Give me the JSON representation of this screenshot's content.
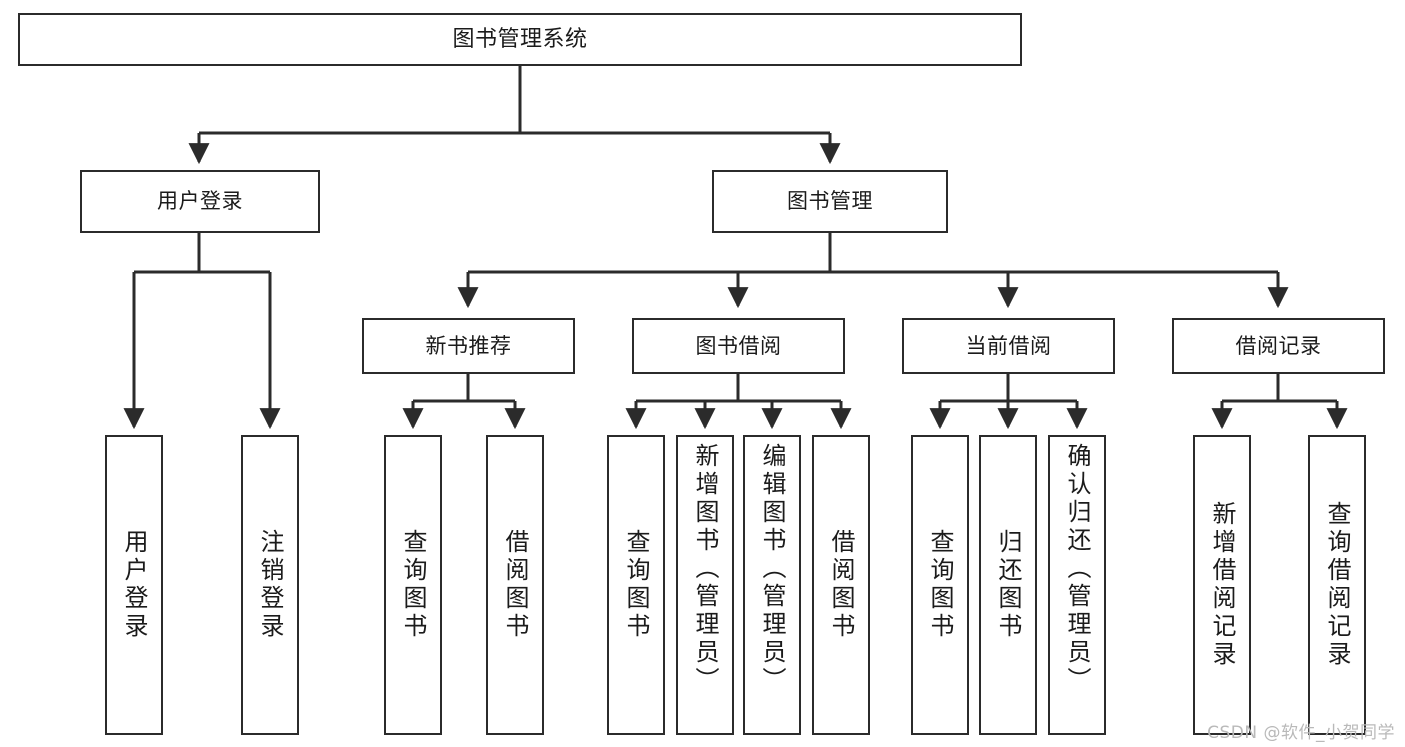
{
  "diagram": {
    "title": "图书管理系统",
    "type": "tree",
    "colors": {
      "background": "#ffffff",
      "box_fill": "#ffffff",
      "box_stroke": "#2b2b2b",
      "connector": "#2b2b2b",
      "text": "#1b1b1b",
      "watermark": "#b9b9b9"
    },
    "root": {
      "label": "图书管理系统"
    },
    "level2": [
      {
        "label": "用户登录"
      },
      {
        "label": "图书管理"
      }
    ],
    "level3": [
      {
        "label": "新书推荐"
      },
      {
        "label": "图书借阅"
      },
      {
        "label": "当前借阅"
      },
      {
        "label": "借阅记录"
      }
    ],
    "leaves": {
      "user_login": [
        {
          "label": "用户登录"
        },
        {
          "label": "注销登录"
        }
      ],
      "new_book_recommend": [
        {
          "label": "查询图书"
        },
        {
          "label": "借阅图书"
        }
      ],
      "book_borrow": [
        {
          "label": "查询图书"
        },
        {
          "label": "新增图书（管理员）"
        },
        {
          "label": "编辑图书（管理员）"
        },
        {
          "label": "借阅图书"
        }
      ],
      "current_borrow": [
        {
          "label": "查询图书"
        },
        {
          "label": "归还图书"
        },
        {
          "label": "确认归还（管理员）"
        }
      ],
      "borrow_record": [
        {
          "label": "新增借阅记录"
        },
        {
          "label": "查询借阅记录"
        }
      ]
    }
  },
  "watermark": {
    "text": "CSDN @软件_小贺同学"
  }
}
